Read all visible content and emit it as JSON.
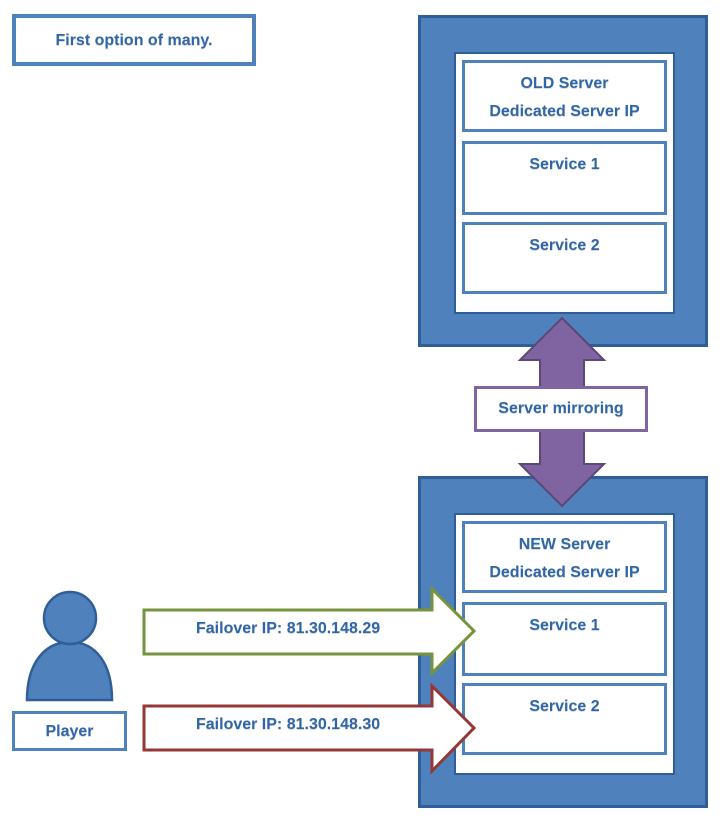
{
  "note": {
    "text": "First option of many."
  },
  "old_server": {
    "title_line1": "OLD Server",
    "title_line2": "Dedicated Server IP",
    "services": [
      "Service 1",
      "Service 2"
    ]
  },
  "new_server": {
    "title_line1": "NEW Server",
    "title_line2": "Dedicated Server IP",
    "services": [
      "Service 1",
      "Service 2"
    ]
  },
  "mirroring": {
    "label": "Server mirroring"
  },
  "player": {
    "label": "Player"
  },
  "failover": [
    {
      "label": "Failover IP: 81.30.148.29",
      "color": "#77933c"
    },
    {
      "label": "Failover IP: 81.30.148.30",
      "color": "#953735"
    }
  ],
  "colors": {
    "accent_blue": "#4f81bd",
    "dark_blue": "#2f5f96",
    "text_blue": "#2f66a8",
    "purple_fill": "#8064a2",
    "purple_border": "#5c4776"
  }
}
